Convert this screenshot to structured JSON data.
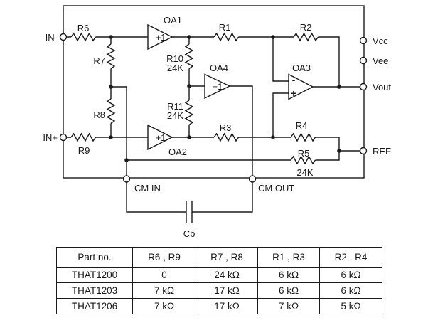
{
  "schematic": {
    "labels": {
      "in_minus": "IN-",
      "in_plus": "IN+",
      "r1": "R1",
      "r2": "R2",
      "r3": "R3",
      "r4": "R4",
      "r5": "R5",
      "r6": "R6",
      "r7": "R7",
      "r8": "R8",
      "r9": "R9",
      "r10": "R10",
      "r11": "R11",
      "r5_value": "24K",
      "r10_value": "24K",
      "r11_value": "24K",
      "oa1": "OA1",
      "oa2": "OA2",
      "oa3": "OA3",
      "oa4": "OA4",
      "unity_gain": "+1",
      "oa3_minus": "-",
      "oa3_plus": "+",
      "vcc": "Vcc",
      "vee": "Vee",
      "vout": "Vout",
      "ref": "REF",
      "cm_in": "CM IN",
      "cm_out": "CM OUT",
      "cb": "Cb"
    }
  },
  "table": {
    "headers": [
      "Part no.",
      "R6 , R9",
      "R7 , R8",
      "R1 , R3",
      "R2 , R4"
    ],
    "rows": [
      [
        "THAT1200",
        "0",
        "24 kΩ",
        "6 kΩ",
        "6 kΩ"
      ],
      [
        "THAT1203",
        "7 kΩ",
        "17 kΩ",
        "6 kΩ",
        "6 kΩ"
      ],
      [
        "THAT1206",
        "7 kΩ",
        "17 kΩ",
        "7 kΩ",
        "5 kΩ"
      ]
    ]
  },
  "colors": {
    "ink": "#1a1a1a",
    "background": "#ffffff"
  }
}
